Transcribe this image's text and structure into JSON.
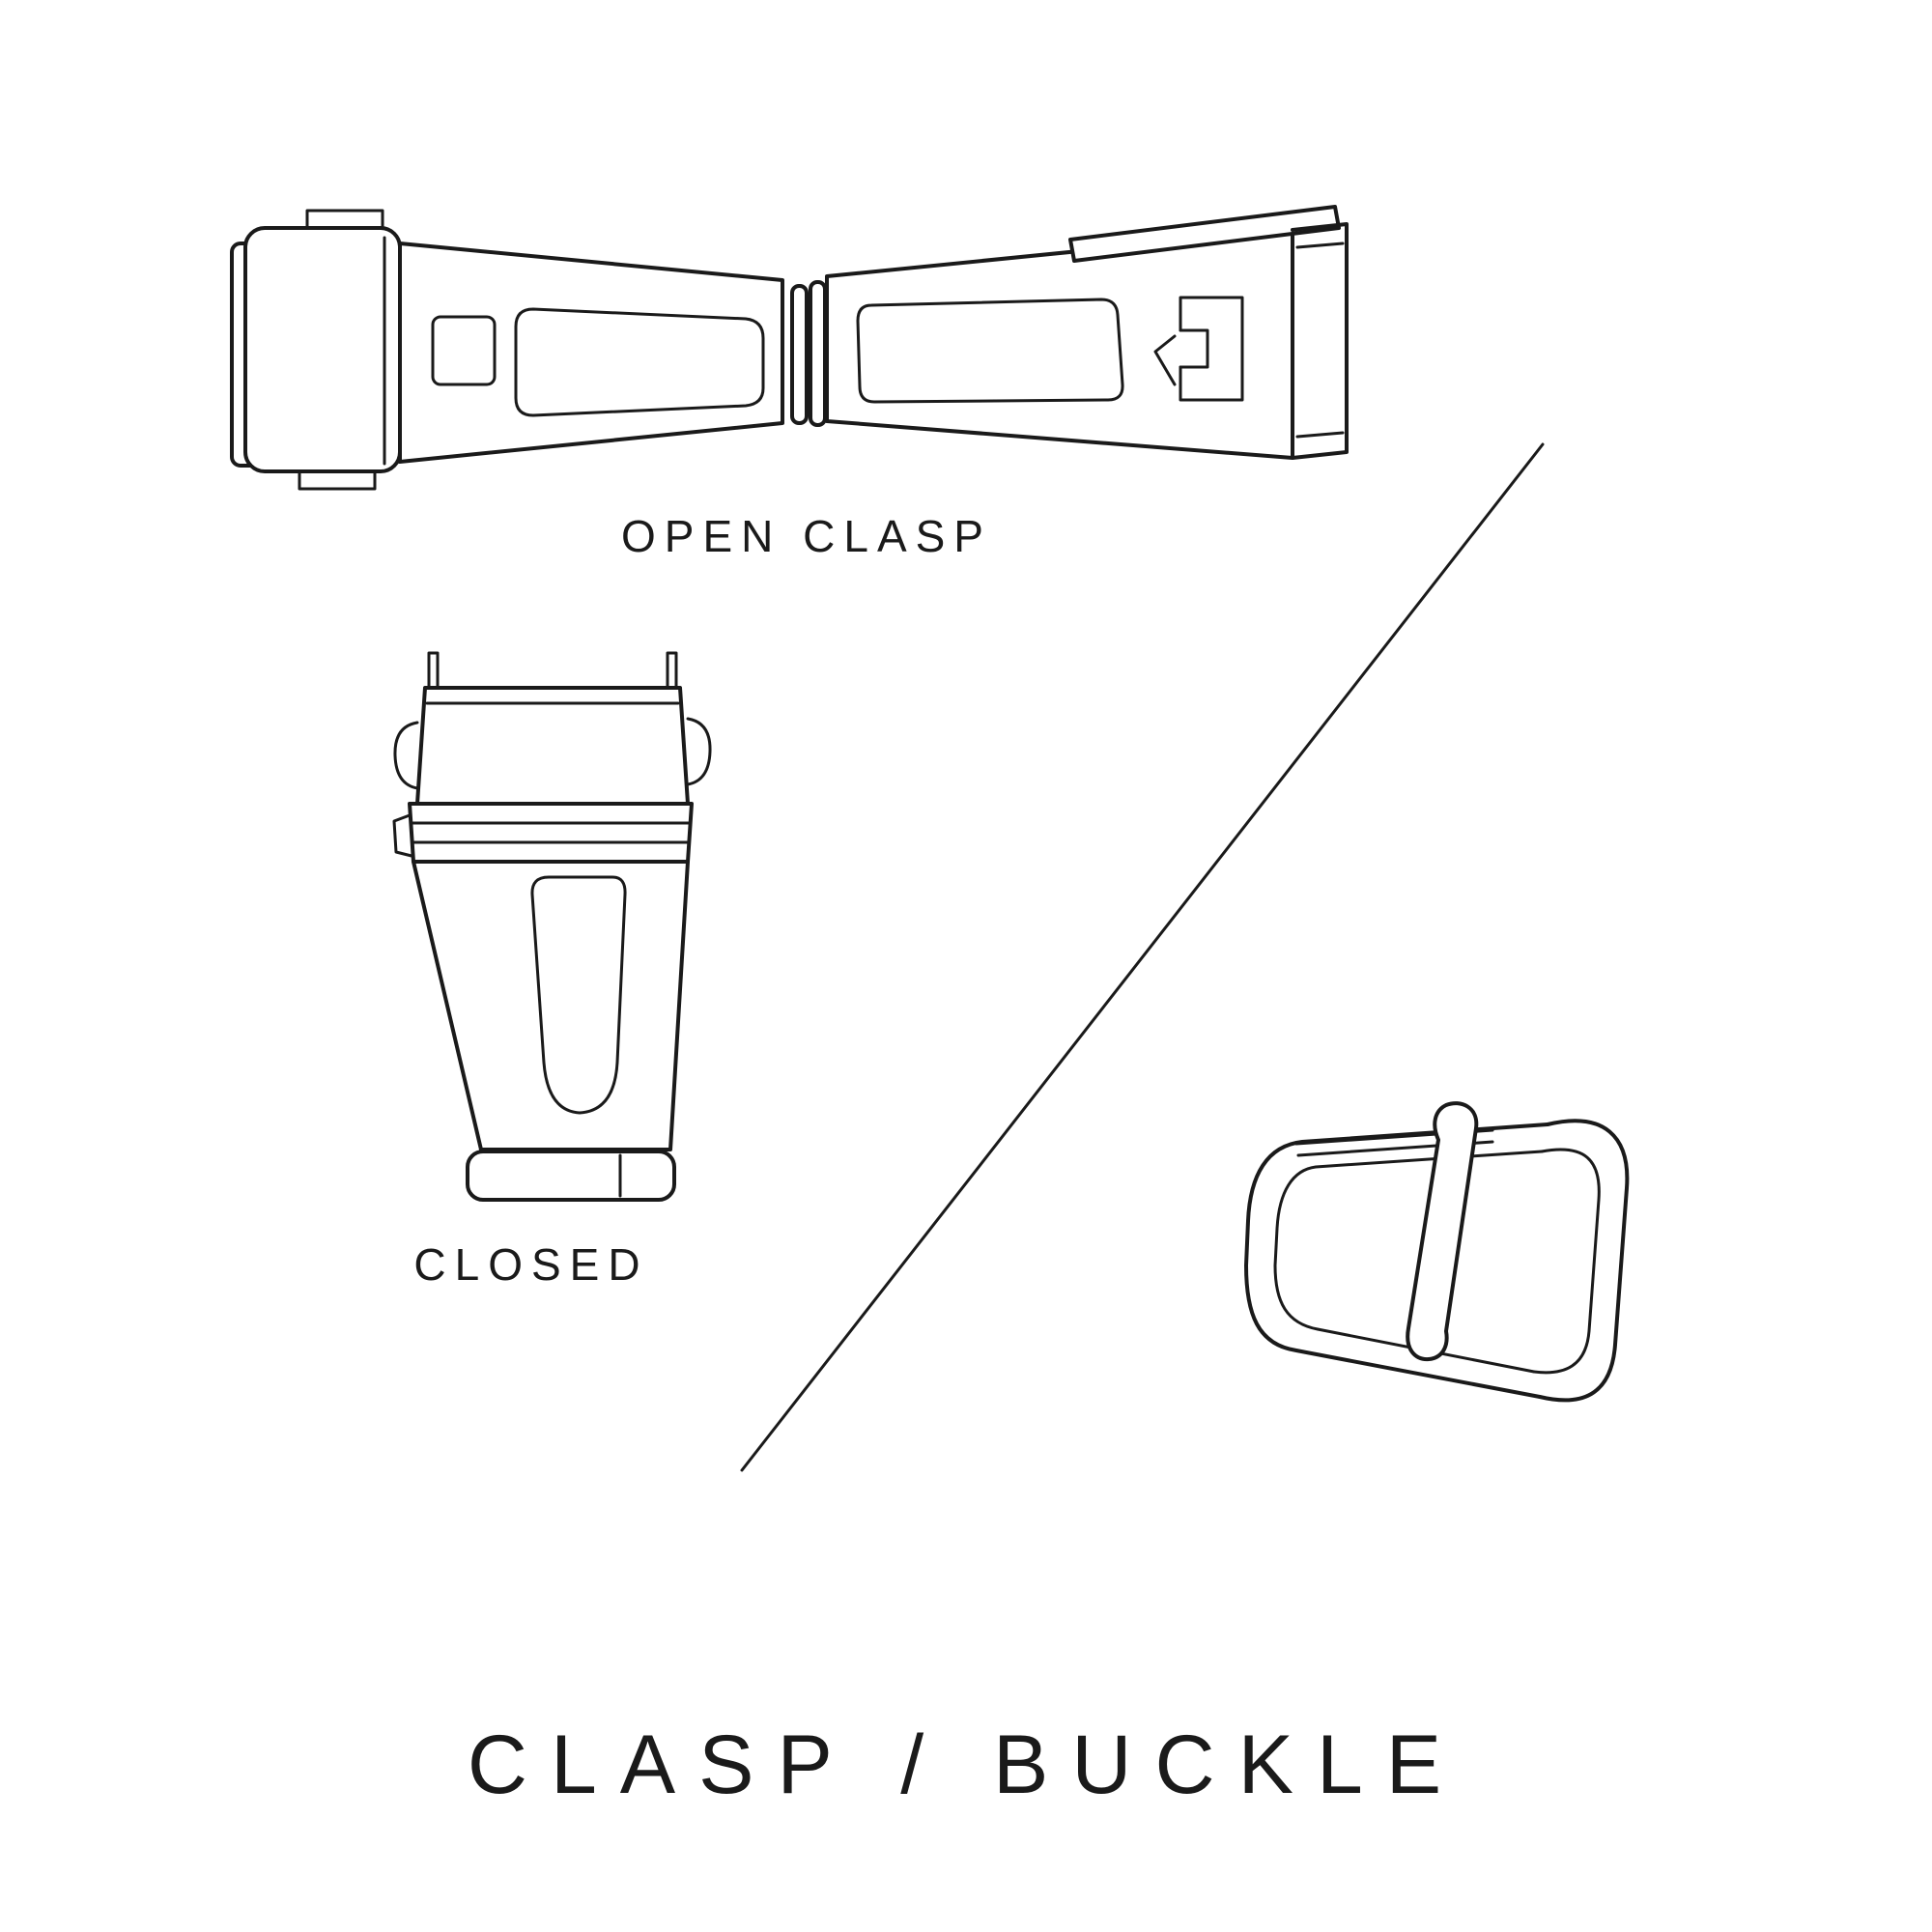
{
  "page": {
    "background": "#ffffff",
    "ink": "#1a1a1a"
  },
  "labels": {
    "open_clasp": "OPEN CLASP",
    "closed": "CLOSED",
    "title": "CLASP / BUCKLE"
  },
  "figures": {
    "open_clasp": "open-clasp-illustration",
    "closed_clasp": "closed-clasp-illustration",
    "buckle": "buckle-illustration",
    "divider": "divider-line"
  }
}
